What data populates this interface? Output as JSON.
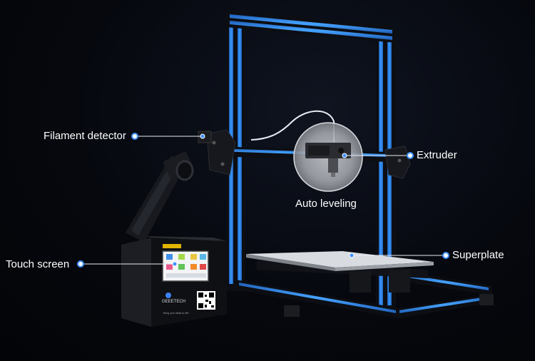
{
  "callouts": {
    "filament_detector": "Filament detector",
    "extruder": "Extruder",
    "auto_leveling": "Auto leveling",
    "touch_screen": "Touch screen",
    "superplate": "Superplate"
  },
  "brand": {
    "logo_text": "GEEETECH",
    "tagline": "Bring your ideas to life!"
  },
  "colors": {
    "accent_blue": "#2f8bff",
    "frame_black": "#0c0e13",
    "dot_blue": "#3d8fff"
  }
}
